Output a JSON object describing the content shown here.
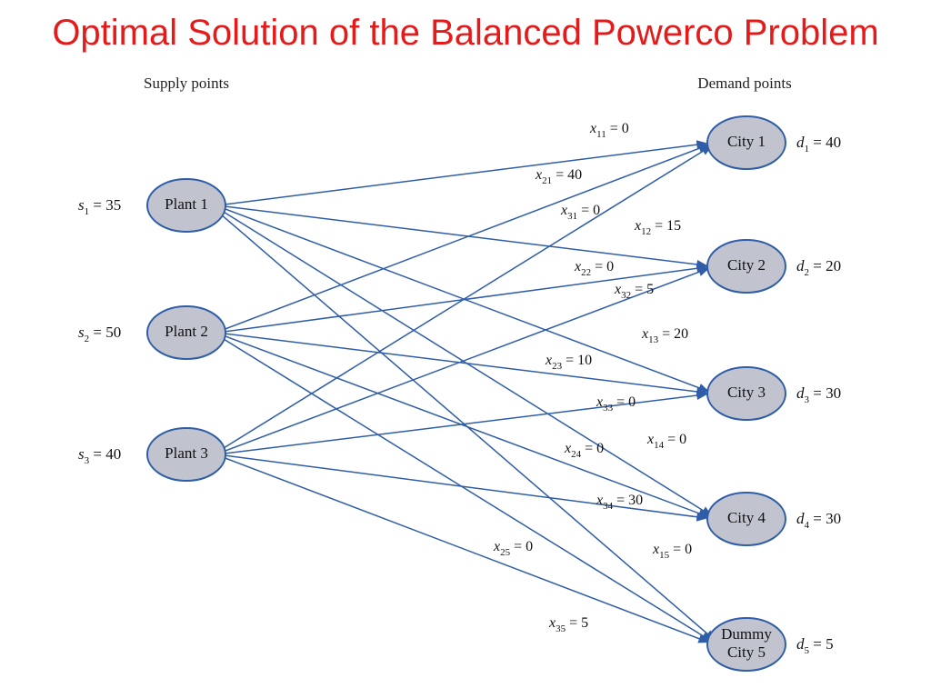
{
  "title": "Optimal Solution of the Balanced Powerco Problem",
  "headers": {
    "supply": "Supply points",
    "demand": "Demand points"
  },
  "colors": {
    "title": "#e41b1b",
    "edge": "#2f5da8",
    "node_fill": "#c1c4cf"
  },
  "plants": [
    {
      "name": "Plant 1",
      "supply_var": "s",
      "sub": "1",
      "value": "35"
    },
    {
      "name": "Plant 2",
      "supply_var": "s",
      "sub": "2",
      "value": "50"
    },
    {
      "name": "Plant 3",
      "supply_var": "s",
      "sub": "3",
      "value": "40"
    }
  ],
  "cities": [
    {
      "lines": [
        "City 1"
      ],
      "demand_var": "d",
      "sub": "1",
      "value": "40"
    },
    {
      "lines": [
        "City 2"
      ],
      "demand_var": "d",
      "sub": "2",
      "value": "20"
    },
    {
      "lines": [
        "City 3"
      ],
      "demand_var": "d",
      "sub": "3",
      "value": "30"
    },
    {
      "lines": [
        "City 4"
      ],
      "demand_var": "d",
      "sub": "4",
      "value": "30"
    },
    {
      "lines": [
        "Dummy",
        "City 5"
      ],
      "demand_var": "d",
      "sub": "5",
      "value": "5"
    }
  ],
  "flows": [
    {
      "var": "x",
      "sub": "11",
      "value": "0"
    },
    {
      "var": "x",
      "sub": "21",
      "value": "40"
    },
    {
      "var": "x",
      "sub": "31",
      "value": "0"
    },
    {
      "var": "x",
      "sub": "12",
      "value": "15"
    },
    {
      "var": "x",
      "sub": "22",
      "value": "0"
    },
    {
      "var": "x",
      "sub": "32",
      "value": "5"
    },
    {
      "var": "x",
      "sub": "13",
      "value": "20"
    },
    {
      "var": "x",
      "sub": "23",
      "value": "10"
    },
    {
      "var": "x",
      "sub": "33",
      "value": "0"
    },
    {
      "var": "x",
      "sub": "14",
      "value": "0"
    },
    {
      "var": "x",
      "sub": "24",
      "value": "0"
    },
    {
      "var": "x",
      "sub": "34",
      "value": "30"
    },
    {
      "var": "x",
      "sub": "25",
      "value": "0"
    },
    {
      "var": "x",
      "sub": "15",
      "value": "0"
    },
    {
      "var": "x",
      "sub": "35",
      "value": "5"
    }
  ]
}
